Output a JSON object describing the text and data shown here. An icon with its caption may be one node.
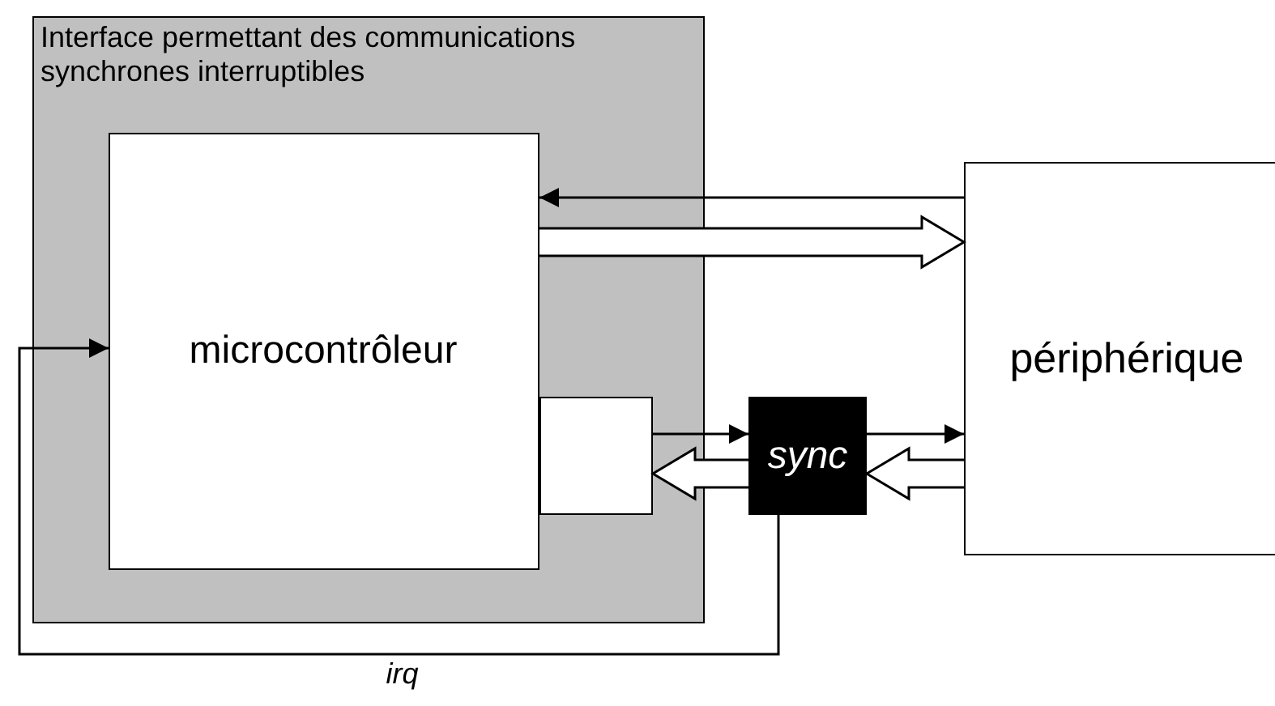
{
  "diagram": {
    "nodes": [
      {
        "text": [
          "Interface permettant des communications synchrones interruptibles"
        ]
      },
      {
        "text": [
          "microcontrôleur"
        ],
        "in": 0
      },
      {
        "text": [],
        "shape": "box",
        "in": 0
      },
      {
        "text": [
          "sync"
        ]
      },
      {
        "text": [
          "périphérique"
        ]
      }
    ],
    "edges": [
      {
        "from": 4,
        "to": 1,
        "arrow": "to"
      },
      {
        "from": 1,
        "to": 4,
        "arrow": "to",
        "style": "thick"
      },
      {
        "from": 2,
        "to": 3,
        "arrow": "to"
      },
      {
        "from": 3,
        "to": 4,
        "arrow": "to"
      },
      {
        "from": 3,
        "to": 2,
        "arrow": "to",
        "style": "thick"
      },
      {
        "from": 4,
        "to": 3,
        "arrow": "to",
        "style": "thick"
      },
      {
        "from": 3,
        "to": 1,
        "arrow": "to",
        "label": "irq"
      }
    ]
  }
}
